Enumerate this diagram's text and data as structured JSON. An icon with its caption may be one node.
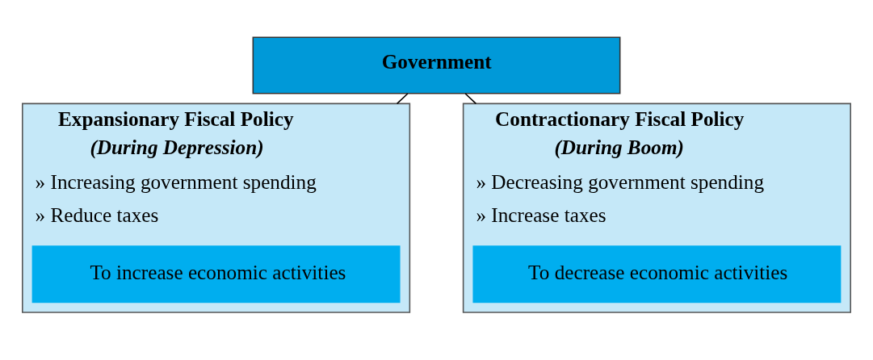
{
  "diagram": {
    "nodes": [
      {
        "text": [
          "Government"
        ]
      },
      {
        "text": [
          "Expansionary Fiscal Policy",
          "(During Depression)",
          "» Increasing government spending",
          "» Reduce taxes"
        ]
      },
      {
        "text": [
          "To increase economic activities"
        ],
        "in": 1
      },
      {
        "text": [
          "Contractionary Fiscal Policy",
          "(During Boom)",
          "» Decreasing government spending",
          "» Increase taxes"
        ]
      },
      {
        "text": [
          "To decrease economic activities"
        ],
        "in": 3
      }
    ],
    "edges": [
      {
        "from": 0,
        "to": 1,
        "arrow": "none"
      },
      {
        "from": 0,
        "to": 3,
        "arrow": "none"
      }
    ]
  }
}
